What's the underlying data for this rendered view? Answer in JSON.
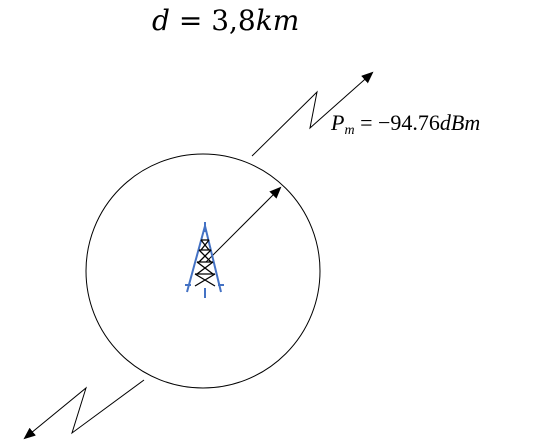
{
  "distance_equation": {
    "var": "d",
    "op": "=",
    "value": "3,8",
    "unit": "km"
  },
  "power_equation": {
    "var": "P",
    "subscript": "m",
    "op": "=",
    "value": "−94.76",
    "unit": "dBm"
  },
  "colors": {
    "tower": "#4472c4",
    "tower_lattice": "#000000",
    "lines": "#000000"
  },
  "icons": {
    "antenna": "cell-tower-icon"
  }
}
